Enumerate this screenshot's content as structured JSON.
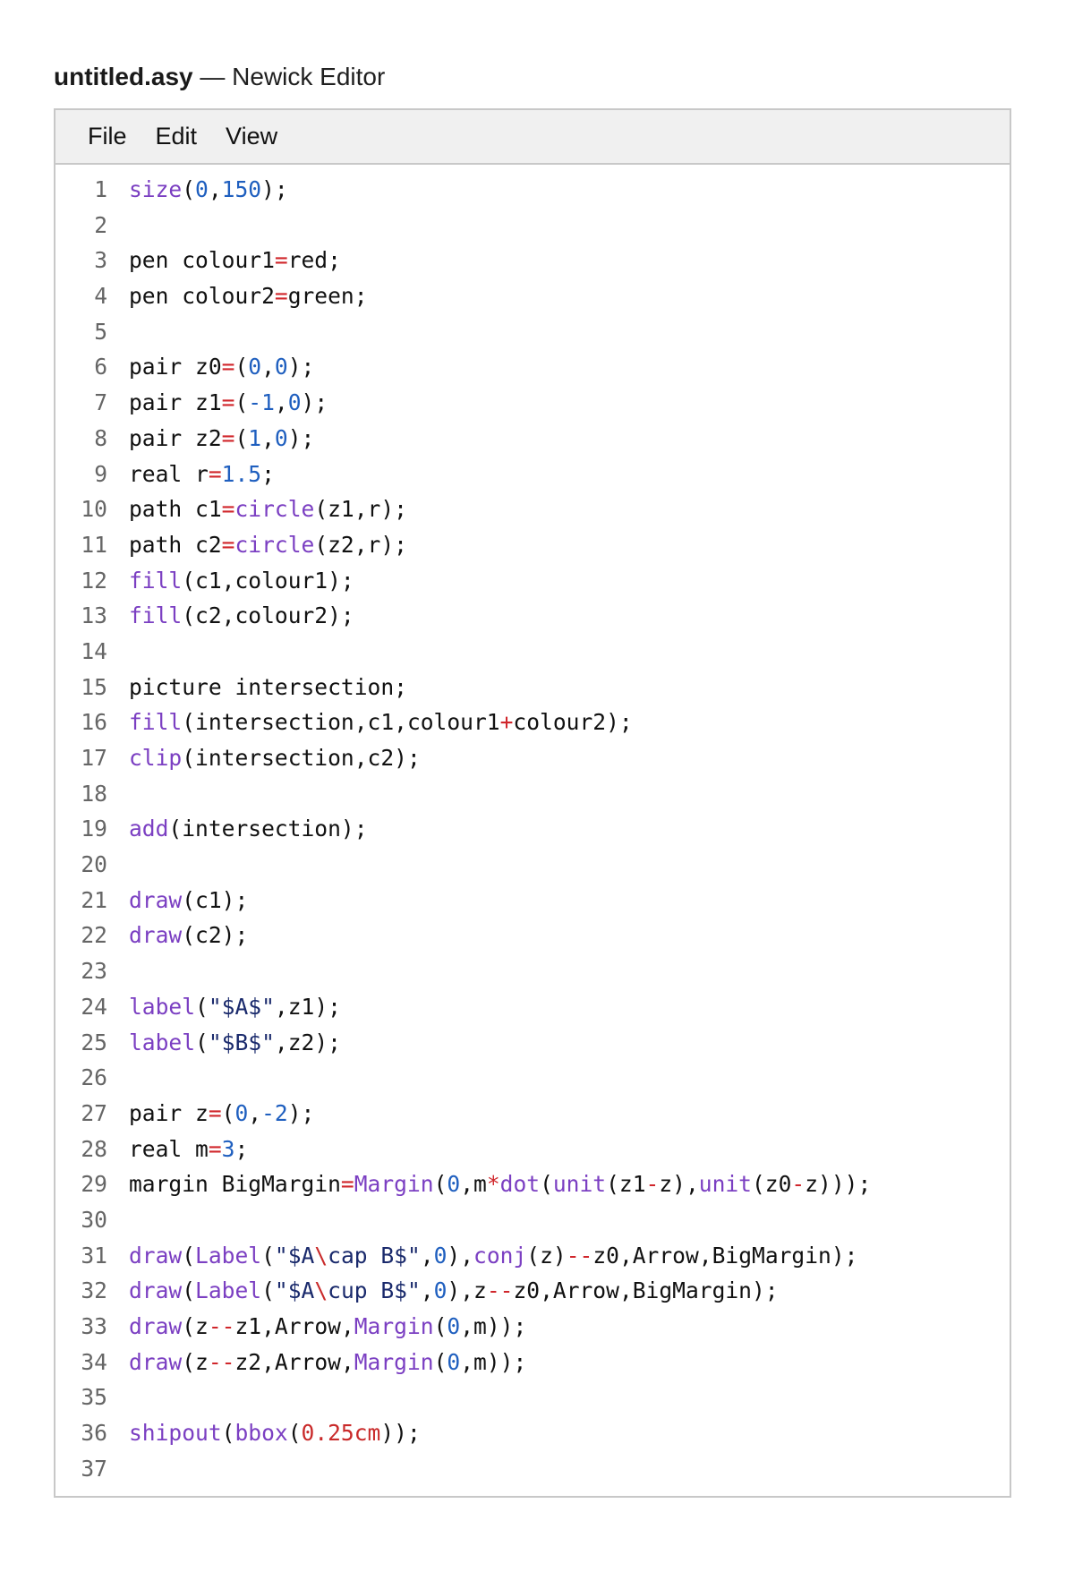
{
  "header": {
    "filename": "untitled.asy",
    "separator": " — ",
    "app_name": "Newick Editor"
  },
  "menu": [
    {
      "label": "File"
    },
    {
      "label": "Edit"
    },
    {
      "label": "View"
    }
  ],
  "colors": {
    "function": "#7b3fc2",
    "number": "#1f5fbf",
    "operator": "#d0262b",
    "string": "#1a2a6c",
    "escape": "#c92a2a",
    "plain": "#111111",
    "line_number": "#666666"
  },
  "editor": {
    "lines": [
      {
        "n": "1",
        "tokens": [
          [
            "fn",
            "size"
          ],
          [
            "p",
            "("
          ],
          [
            "num",
            "0"
          ],
          [
            "p",
            ","
          ],
          [
            "num",
            "150"
          ],
          [
            "p",
            ");"
          ]
        ]
      },
      {
        "n": "2",
        "tokens": []
      },
      {
        "n": "3",
        "tokens": [
          [
            "p",
            "pen colour1"
          ],
          [
            "op",
            "="
          ],
          [
            "p",
            "red;"
          ]
        ]
      },
      {
        "n": "4",
        "tokens": [
          [
            "p",
            "pen colour2"
          ],
          [
            "op",
            "="
          ],
          [
            "p",
            "green;"
          ]
        ]
      },
      {
        "n": "5",
        "tokens": []
      },
      {
        "n": "6",
        "tokens": [
          [
            "p",
            "pair z0"
          ],
          [
            "op",
            "="
          ],
          [
            "p",
            "("
          ],
          [
            "num",
            "0"
          ],
          [
            "p",
            ","
          ],
          [
            "num",
            "0"
          ],
          [
            "p",
            ");"
          ]
        ]
      },
      {
        "n": "7",
        "tokens": [
          [
            "p",
            "pair z1"
          ],
          [
            "op",
            "="
          ],
          [
            "p",
            "("
          ],
          [
            "num",
            "-1"
          ],
          [
            "p",
            ","
          ],
          [
            "num",
            "0"
          ],
          [
            "p",
            ");"
          ]
        ]
      },
      {
        "n": "8",
        "tokens": [
          [
            "p",
            "pair z2"
          ],
          [
            "op",
            "="
          ],
          [
            "p",
            "("
          ],
          [
            "num",
            "1"
          ],
          [
            "p",
            ","
          ],
          [
            "num",
            "0"
          ],
          [
            "p",
            ");"
          ]
        ]
      },
      {
        "n": "9",
        "tokens": [
          [
            "p",
            "real r"
          ],
          [
            "op",
            "="
          ],
          [
            "num",
            "1.5"
          ],
          [
            "p",
            ";"
          ]
        ]
      },
      {
        "n": "10",
        "tokens": [
          [
            "p",
            "path c1"
          ],
          [
            "op",
            "="
          ],
          [
            "fn",
            "circle"
          ],
          [
            "p",
            "(z1,r);"
          ]
        ]
      },
      {
        "n": "11",
        "tokens": [
          [
            "p",
            "path c2"
          ],
          [
            "op",
            "="
          ],
          [
            "fn",
            "circle"
          ],
          [
            "p",
            "(z2,r);"
          ]
        ]
      },
      {
        "n": "12",
        "tokens": [
          [
            "fn",
            "fill"
          ],
          [
            "p",
            "(c1,colour1);"
          ]
        ]
      },
      {
        "n": "13",
        "tokens": [
          [
            "fn",
            "fill"
          ],
          [
            "p",
            "(c2,colour2);"
          ]
        ]
      },
      {
        "n": "14",
        "tokens": []
      },
      {
        "n": "15",
        "tokens": [
          [
            "p",
            "picture intersection;"
          ]
        ]
      },
      {
        "n": "16",
        "tokens": [
          [
            "fn",
            "fill"
          ],
          [
            "p",
            "(intersection,c1,colour1"
          ],
          [
            "op",
            "+"
          ],
          [
            "p",
            "colour2);"
          ]
        ]
      },
      {
        "n": "17",
        "tokens": [
          [
            "fn",
            "clip"
          ],
          [
            "p",
            "(intersection,c2);"
          ]
        ]
      },
      {
        "n": "18",
        "tokens": []
      },
      {
        "n": "19",
        "tokens": [
          [
            "fn",
            "add"
          ],
          [
            "p",
            "(intersection);"
          ]
        ]
      },
      {
        "n": "20",
        "tokens": []
      },
      {
        "n": "21",
        "tokens": [
          [
            "fn",
            "draw"
          ],
          [
            "p",
            "(c1);"
          ]
        ]
      },
      {
        "n": "22",
        "tokens": [
          [
            "fn",
            "draw"
          ],
          [
            "p",
            "(c2);"
          ]
        ]
      },
      {
        "n": "23",
        "tokens": []
      },
      {
        "n": "24",
        "tokens": [
          [
            "fn",
            "label"
          ],
          [
            "p",
            "("
          ],
          [
            "str",
            "\"$A$\""
          ],
          [
            "p",
            ",z1);"
          ]
        ]
      },
      {
        "n": "25",
        "tokens": [
          [
            "fn",
            "label"
          ],
          [
            "p",
            "("
          ],
          [
            "str",
            "\"$B$\""
          ],
          [
            "p",
            ",z2);"
          ]
        ]
      },
      {
        "n": "26",
        "tokens": []
      },
      {
        "n": "27",
        "tokens": [
          [
            "p",
            "pair z"
          ],
          [
            "op",
            "="
          ],
          [
            "p",
            "("
          ],
          [
            "num",
            "0"
          ],
          [
            "p",
            ","
          ],
          [
            "num",
            "-2"
          ],
          [
            "p",
            ");"
          ]
        ]
      },
      {
        "n": "28",
        "tokens": [
          [
            "p",
            "real m"
          ],
          [
            "op",
            "="
          ],
          [
            "num",
            "3"
          ],
          [
            "p",
            ";"
          ]
        ]
      },
      {
        "n": "29",
        "tokens": [
          [
            "p",
            "margin BigMargin"
          ],
          [
            "op",
            "="
          ],
          [
            "fn",
            "Margin"
          ],
          [
            "p",
            "("
          ],
          [
            "num",
            "0"
          ],
          [
            "p",
            ",m"
          ],
          [
            "op",
            "*"
          ],
          [
            "fn",
            "dot"
          ],
          [
            "p",
            "("
          ],
          [
            "fn",
            "unit"
          ],
          [
            "p",
            "(z1"
          ],
          [
            "op",
            "-"
          ],
          [
            "p",
            "z),"
          ],
          [
            "fn",
            "unit"
          ],
          [
            "p",
            "(z0"
          ],
          [
            "op",
            "-"
          ],
          [
            "p",
            "z)));"
          ]
        ]
      },
      {
        "n": "30",
        "tokens": []
      },
      {
        "n": "31",
        "tokens": [
          [
            "fn",
            "draw"
          ],
          [
            "p",
            "("
          ],
          [
            "fn",
            "Label"
          ],
          [
            "p",
            "("
          ],
          [
            "str",
            "\"$A"
          ],
          [
            "esc",
            "\\"
          ],
          [
            "str",
            "cap B$\""
          ],
          [
            "p",
            ","
          ],
          [
            "num",
            "0"
          ],
          [
            "p",
            "),"
          ],
          [
            "fn",
            "conj"
          ],
          [
            "p",
            "(z)"
          ],
          [
            "op",
            "--"
          ],
          [
            "p",
            "z0,Arrow,BigMargin);"
          ]
        ]
      },
      {
        "n": "32",
        "tokens": [
          [
            "fn",
            "draw"
          ],
          [
            "p",
            "("
          ],
          [
            "fn",
            "Label"
          ],
          [
            "p",
            "("
          ],
          [
            "str",
            "\"$A"
          ],
          [
            "esc",
            "\\"
          ],
          [
            "str",
            "cup B$\""
          ],
          [
            "p",
            ","
          ],
          [
            "num",
            "0"
          ],
          [
            "p",
            "),z"
          ],
          [
            "op",
            "--"
          ],
          [
            "p",
            "z0,Arrow,BigMargin);"
          ]
        ]
      },
      {
        "n": "33",
        "tokens": [
          [
            "fn",
            "draw"
          ],
          [
            "p",
            "(z"
          ],
          [
            "op",
            "--"
          ],
          [
            "p",
            "z1,Arrow,"
          ],
          [
            "fn",
            "Margin"
          ],
          [
            "p",
            "("
          ],
          [
            "num",
            "0"
          ],
          [
            "p",
            ",m));"
          ]
        ]
      },
      {
        "n": "34",
        "tokens": [
          [
            "fn",
            "draw"
          ],
          [
            "p",
            "(z"
          ],
          [
            "op",
            "--"
          ],
          [
            "p",
            "z2,Arrow,"
          ],
          [
            "fn",
            "Margin"
          ],
          [
            "p",
            "("
          ],
          [
            "num",
            "0"
          ],
          [
            "p",
            ",m));"
          ]
        ]
      },
      {
        "n": "35",
        "tokens": []
      },
      {
        "n": "36",
        "tokens": [
          [
            "fn",
            "shipout"
          ],
          [
            "p",
            "("
          ],
          [
            "fn",
            "bbox"
          ],
          [
            "p",
            "("
          ],
          [
            "esc",
            "0.25cm"
          ],
          [
            "p",
            "));"
          ]
        ]
      },
      {
        "n": "37",
        "tokens": []
      }
    ]
  }
}
